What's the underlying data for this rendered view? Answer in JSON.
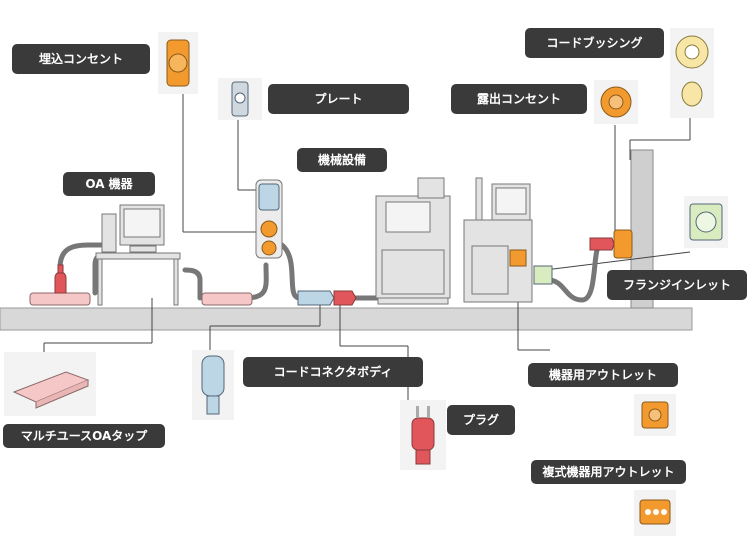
{
  "labels": {
    "embedded_outlet": "埋込コンセント",
    "plate": "プレート",
    "machine_equipment": "機械設備",
    "oa_equipment": "OA 機器",
    "cord_bushing": "コードブッシング",
    "exposed_outlet": "露出コンセント",
    "flange_inlet": "フランジインレット",
    "cord_connector_body": "コードコネクタボディ",
    "plug": "プラグ",
    "equipment_outlet": "機器用アウトレット",
    "multi_equipment_outlet": "複式機器用アウトレット",
    "multi_oa_tap": "マルチユースOAタップ"
  },
  "colors": {
    "label_bg": "#3a3a3a",
    "label_text": "#ffffff",
    "orange": "#f39a2e",
    "red": "#e0565b",
    "pink": "#f6c7c7",
    "light_blue": "#bcd6e6",
    "light_green": "#d8ecc0",
    "yellow": "#f7e6a5",
    "gray": "#c9c9c9",
    "floor": "#d4d4d4"
  }
}
